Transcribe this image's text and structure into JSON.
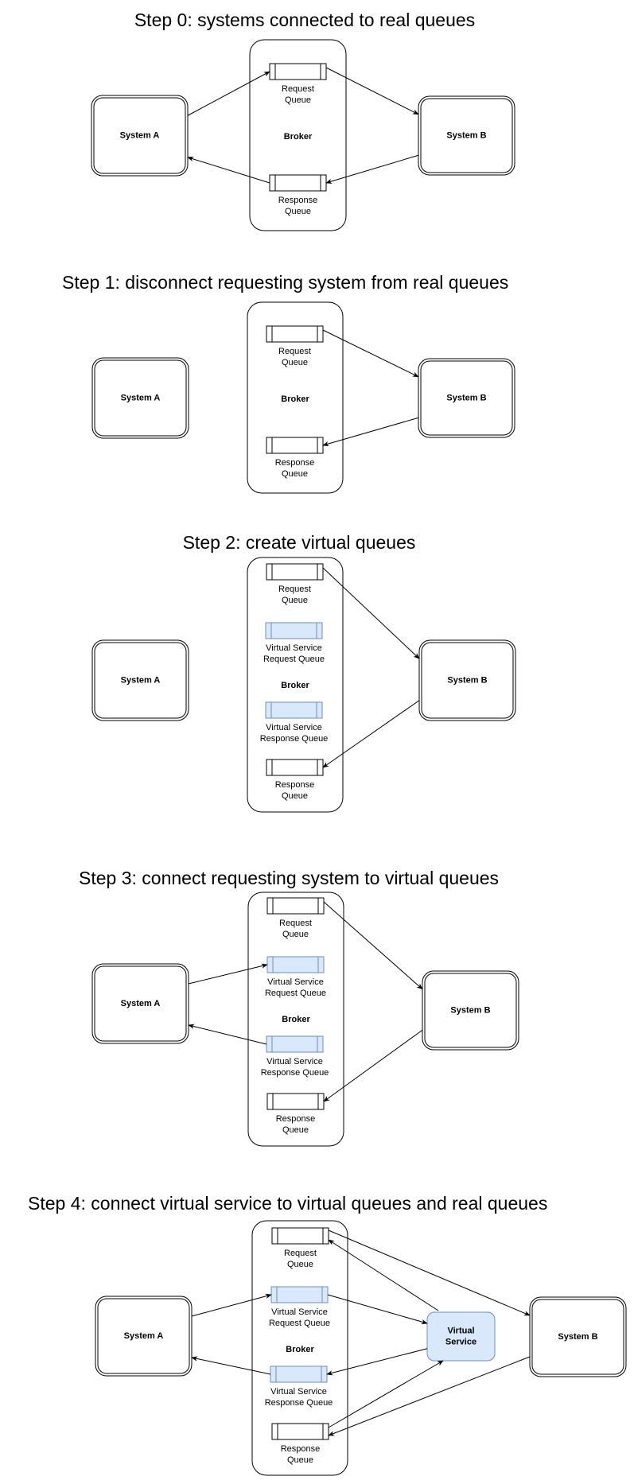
{
  "colors": {
    "line": "#000000",
    "virtual_fill": "#dae8fc",
    "virtual_stroke": "#6c8ebf"
  },
  "labels": {
    "system_a": "System A",
    "system_b": "System B",
    "broker": "Broker",
    "request_queue": [
      "Request",
      "Queue"
    ],
    "response_queue": [
      "Response",
      "Queue"
    ],
    "vs_request_queue": [
      "Virtual Service",
      "Request Queue"
    ],
    "vs_response_queue": [
      "Virtual Service",
      "Response Queue"
    ],
    "virtual_service": [
      "Virtual",
      "Service"
    ]
  },
  "steps": [
    {
      "id": "step-0",
      "title": "Step 0: systems connected to real queues",
      "queues": [
        "request_queue",
        "response_queue"
      ],
      "has_virtual_service": false,
      "edges": [
        {
          "from": "system_a",
          "to": "request_queue"
        },
        {
          "from": "request_queue",
          "to": "system_b"
        },
        {
          "from": "system_b",
          "to": "response_queue"
        },
        {
          "from": "response_queue",
          "to": "system_a"
        }
      ]
    },
    {
      "id": "step-1",
      "title": "Step 1: disconnect requesting system from real queues",
      "queues": [
        "request_queue",
        "response_queue"
      ],
      "has_virtual_service": false,
      "edges": [
        {
          "from": "request_queue",
          "to": "system_b"
        },
        {
          "from": "system_b",
          "to": "response_queue"
        }
      ]
    },
    {
      "id": "step-2",
      "title": "Step 2: create virtual queues",
      "queues": [
        "request_queue",
        "vs_request_queue",
        "vs_response_queue",
        "response_queue"
      ],
      "has_virtual_service": false,
      "edges": [
        {
          "from": "request_queue",
          "to": "system_b"
        },
        {
          "from": "system_b",
          "to": "response_queue"
        }
      ]
    },
    {
      "id": "step-3",
      "title": "Step 3: connect requesting system to virtual queues",
      "queues": [
        "request_queue",
        "vs_request_queue",
        "vs_response_queue",
        "response_queue"
      ],
      "has_virtual_service": false,
      "edges": [
        {
          "from": "system_a",
          "to": "vs_request_queue"
        },
        {
          "from": "vs_response_queue",
          "to": "system_a"
        },
        {
          "from": "request_queue",
          "to": "system_b"
        },
        {
          "from": "system_b",
          "to": "response_queue"
        }
      ]
    },
    {
      "id": "step-4",
      "title": "Step 4: connect virtual service to virtual queues and real queues",
      "queues": [
        "request_queue",
        "vs_request_queue",
        "vs_response_queue",
        "response_queue"
      ],
      "has_virtual_service": true,
      "edges": [
        {
          "from": "system_a",
          "to": "vs_request_queue"
        },
        {
          "from": "vs_response_queue",
          "to": "system_a"
        },
        {
          "from": "vs_request_queue",
          "to": "virtual_service"
        },
        {
          "from": "virtual_service",
          "to": "vs_response_queue"
        },
        {
          "from": "virtual_service",
          "to": "request_queue"
        },
        {
          "from": "response_queue",
          "to": "virtual_service"
        },
        {
          "from": "request_queue",
          "to": "system_b"
        },
        {
          "from": "system_b",
          "to": "response_queue"
        }
      ]
    }
  ]
}
